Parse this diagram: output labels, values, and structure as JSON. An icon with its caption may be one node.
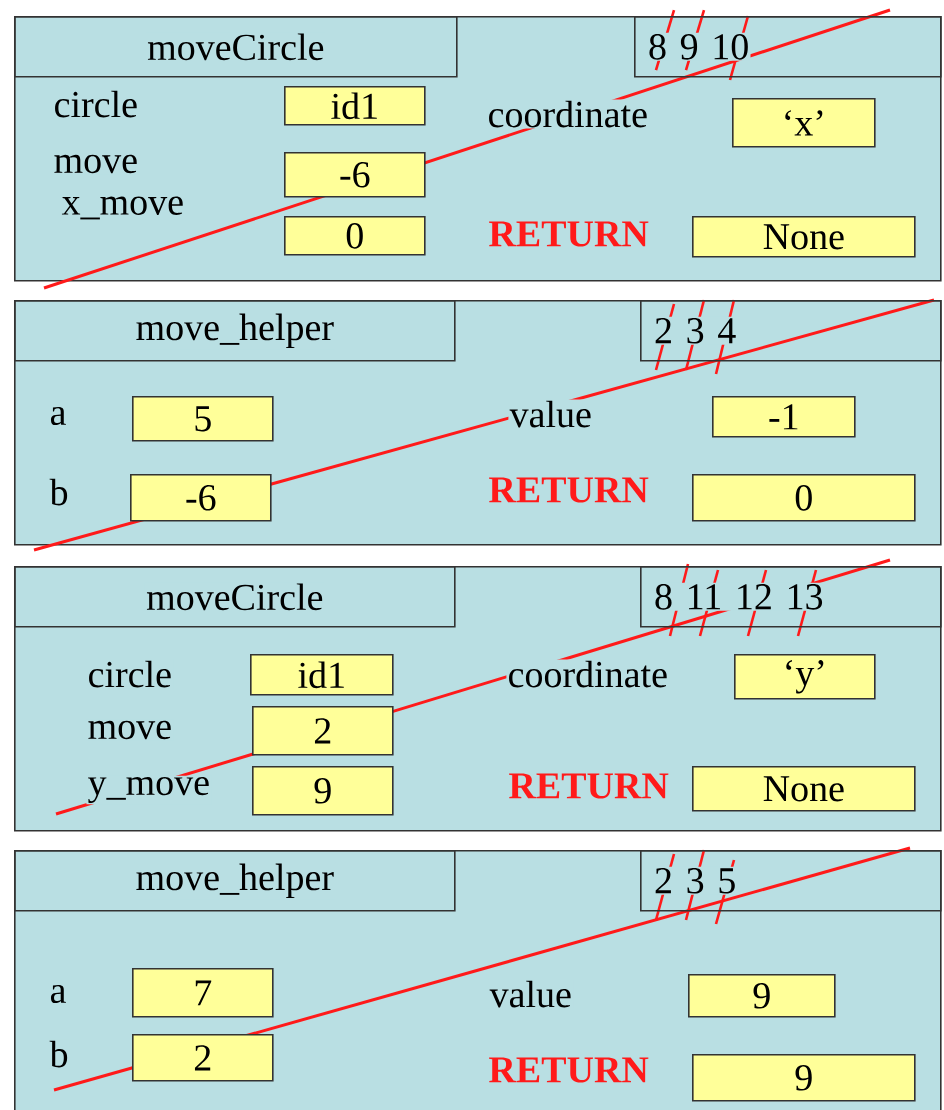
{
  "diagram": {
    "nodes": [
      {
        "text": [],
        "shape": "box"
      },
      {
        "text": [
          "moveCircle"
        ],
        "in": 0
      },
      {
        "text": [
          "8 9 10"
        ],
        "in": 0
      },
      {
        "text": [
          "id1"
        ],
        "in": 0
      },
      {
        "text": [
          "‘x’"
        ],
        "in": 0
      },
      {
        "text": [
          "-6"
        ],
        "in": 0
      },
      {
        "text": [
          "0"
        ],
        "in": 0
      },
      {
        "text": [
          "None"
        ],
        "in": 0,
        "beside": [
          "RETURN"
        ]
      },
      {
        "text": [],
        "shape": "box"
      },
      {
        "text": [
          "move_helper"
        ],
        "in": 8
      },
      {
        "text": [
          "2 3 4"
        ],
        "in": 8
      },
      {
        "text": [
          "5"
        ],
        "in": 8
      },
      {
        "text": [
          "-1"
        ],
        "in": 8
      },
      {
        "text": [
          "-6"
        ],
        "in": 8
      },
      {
        "text": [
          "0"
        ],
        "in": 8,
        "beside": [
          "RETURN"
        ]
      },
      {
        "text": [],
        "shape": "box"
      },
      {
        "text": [
          "moveCircle"
        ],
        "in": 15
      },
      {
        "text": [
          "8 11 12 13"
        ],
        "in": 15
      },
      {
        "text": [
          "id1"
        ],
        "in": 15
      },
      {
        "text": [
          "‘y’"
        ],
        "in": 15
      },
      {
        "text": [
          "2"
        ],
        "in": 15
      },
      {
        "text": [
          "9"
        ],
        "in": 15
      },
      {
        "text": [
          "None"
        ],
        "in": 15,
        "beside": [
          "RETURN"
        ]
      },
      {
        "text": [],
        "shape": "box"
      },
      {
        "text": [
          "move_helper"
        ],
        "in": 23
      },
      {
        "text": [
          "2 3 5"
        ],
        "in": 23
      },
      {
        "text": [
          "7"
        ],
        "in": 23
      },
      {
        "text": [
          "9"
        ],
        "in": 23
      },
      {
        "text": [
          "2"
        ],
        "in": 23
      },
      {
        "text": [
          "9"
        ],
        "in": 23,
        "beside": [
          "RETURN"
        ]
      }
    ],
    "labels": [
      "circle",
      "coordinate",
      "move",
      "x_move",
      "a",
      "value",
      "b",
      "circle",
      "coordinate",
      "move",
      "y_move",
      "a",
      "value",
      "b"
    ]
  }
}
